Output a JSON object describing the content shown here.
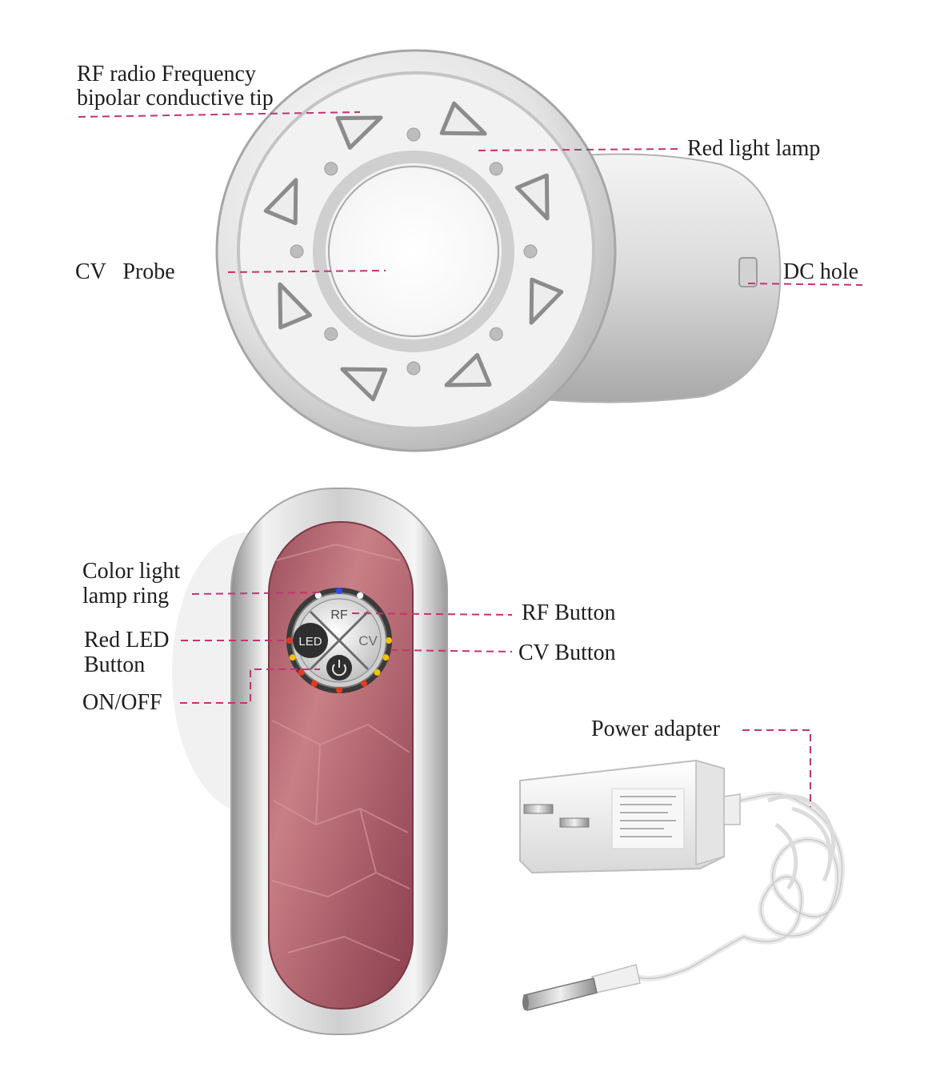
{
  "labels": {
    "rf_tip_line1": "RF radio Frequency",
    "rf_tip_line2": "bipolar conductive tip",
    "red_light_lamp": "Red light lamp",
    "cv_probe": "CV   Probe",
    "dc_hole": "DC hole",
    "color_light_line1": "Color light",
    "color_light_line2": "lamp ring",
    "rf_button": "RF Button",
    "red_led_line1": "Red LED",
    "red_led_line2": "Button",
    "cv_button": "CV Button",
    "on_off": "ON/OFF",
    "power_adapter": "Power adapter"
  },
  "panel": {
    "rf": "RF",
    "led": "LED",
    "cv": "CV"
  },
  "colors": {
    "leader_line": "#c2356f",
    "device_body": "#d6d6d6",
    "rose_panel": "#b86a74",
    "led_red": "#e63a1c",
    "led_blue": "#2a4bff",
    "led_yellow": "#f2c200"
  }
}
